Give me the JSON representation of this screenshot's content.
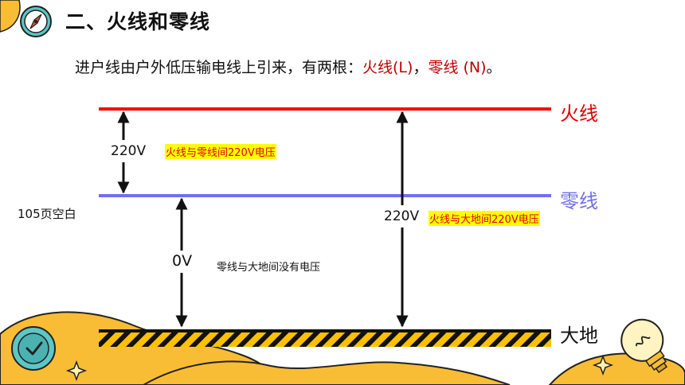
{
  "header": {
    "title": "二、火线和零线"
  },
  "intro": {
    "text": "进户线由户外低压输电线上引来，有两根：",
    "live": "火线(L)",
    "sep": "，",
    "neutral": "零线 (N)",
    "end": "。"
  },
  "lines": {
    "live_label": "火线",
    "neutral_label": "零线",
    "earth_label": "大地"
  },
  "measurements": {
    "live_neutral_value": "220V",
    "live_neutral_note": "火线与零线间220V电压",
    "neutral_earth_value": "0V",
    "neutral_earth_note": "零线与大地间没有电压",
    "live_earth_value": "220V",
    "live_earth_note": "火线与大地间220V电压"
  },
  "side_note": "105页空白",
  "colors": {
    "live_line": "#ff0000",
    "neutral_line": "#7070f0",
    "hazard": "#ffc000",
    "accent_red": "#c00000",
    "highlight": "#ffff00",
    "decor_yellow": "#f9bd35",
    "decor_teal": "#5cc7c5"
  },
  "icons": {
    "logo": "compass-icon",
    "clock": "clock-icon",
    "bulb": "lightbulb-icon",
    "sparkle": "sparkle-icon"
  }
}
